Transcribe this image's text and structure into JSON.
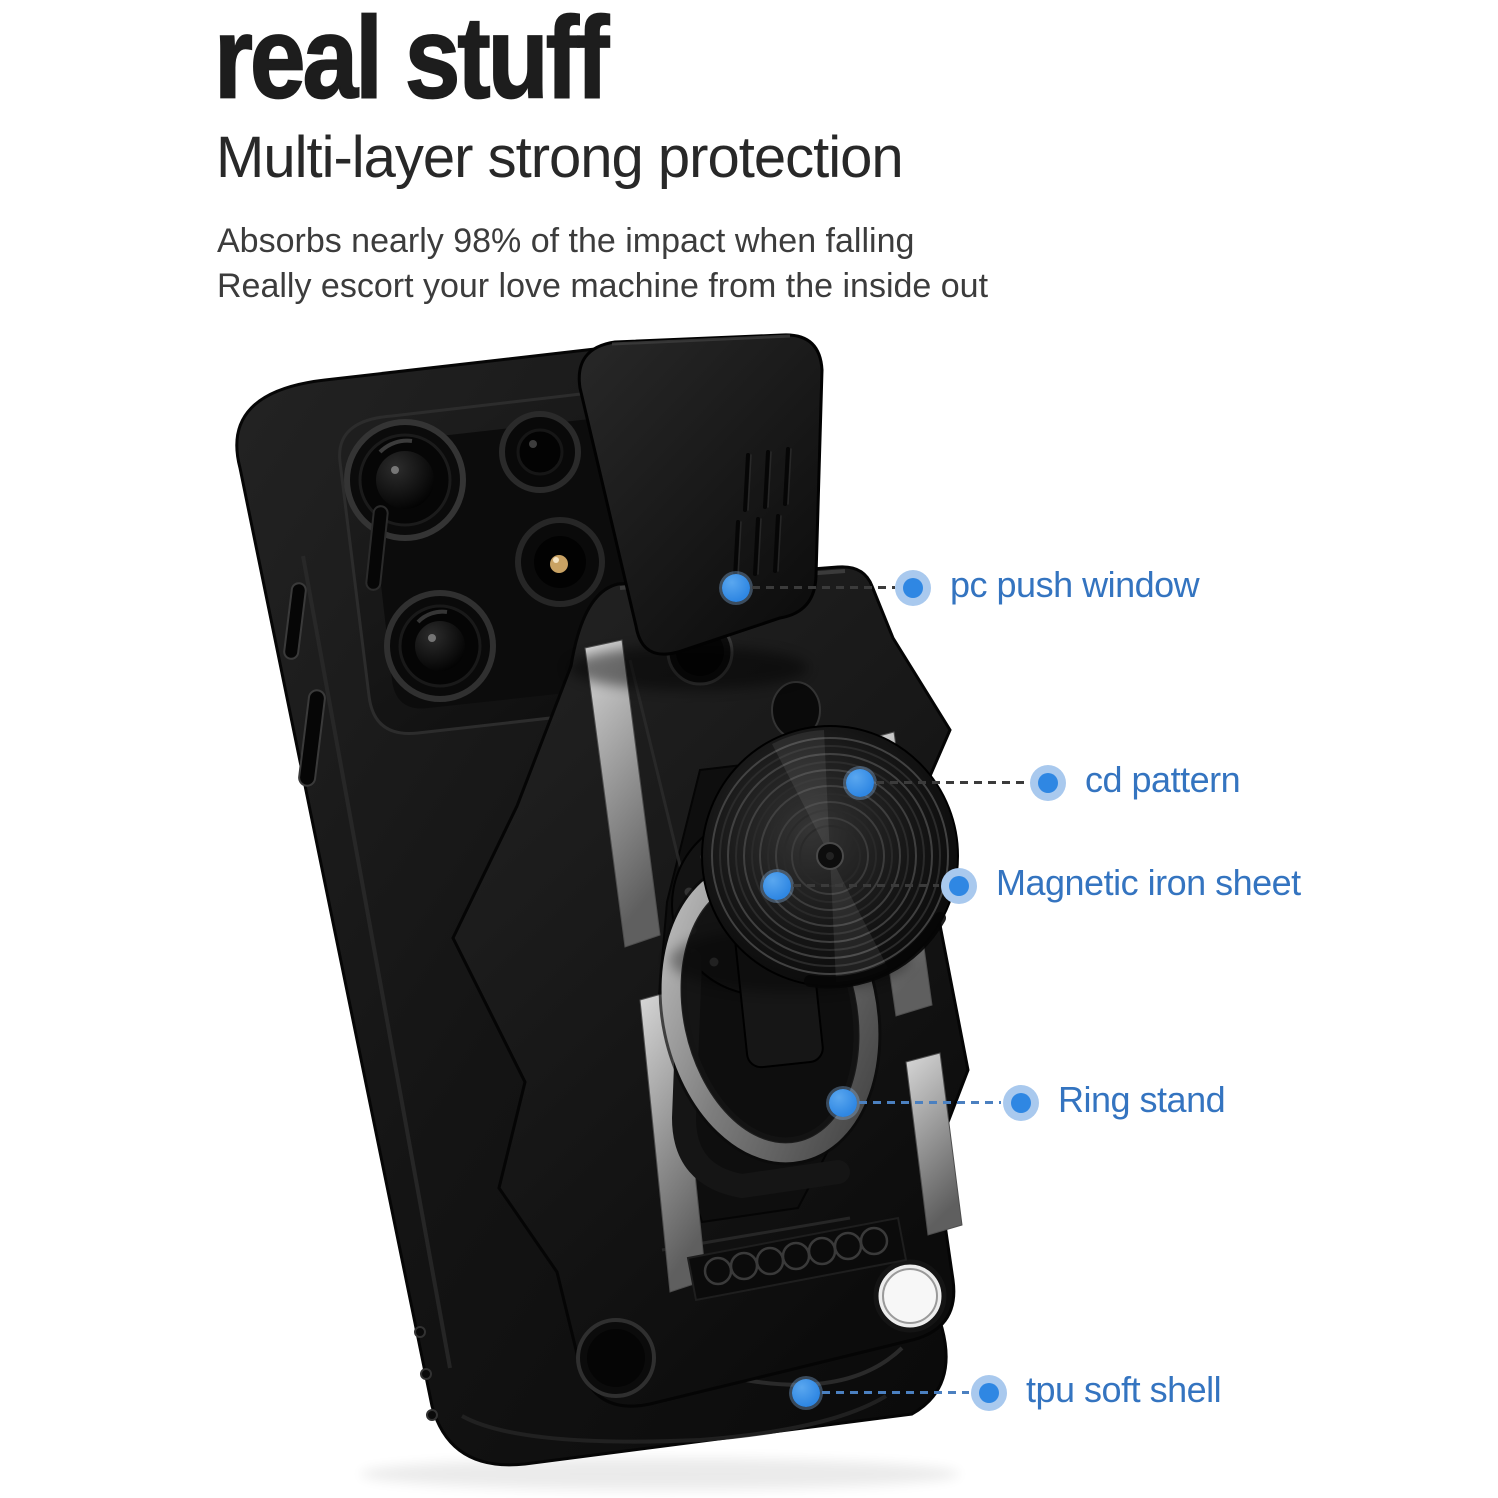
{
  "header": {
    "title": "real stuff",
    "subtitle": "Multi-layer strong protection",
    "body_lines": [
      "Absorbs nearly 98% of the impact when falling",
      "Really escort your love machine from the inside out"
    ]
  },
  "callouts": [
    {
      "label": "pc push window"
    },
    {
      "label": "cd pattern"
    },
    {
      "label": "Magnetic iron sheet"
    },
    {
      "label": "Ring stand"
    },
    {
      "label": "tpu soft shell"
    }
  ],
  "product": {
    "description": "black rugged phone case with sliding camera cover, CD-pattern magnetic disc, ring kickstand and TPU shell"
  },
  "colors": {
    "accent_blue": "#2f87e3",
    "halo_blue": "#a9c9ee",
    "label_blue": "#3474c0",
    "dash_dark": "#3b3b3b",
    "dash_blue": "#4b80c0"
  }
}
